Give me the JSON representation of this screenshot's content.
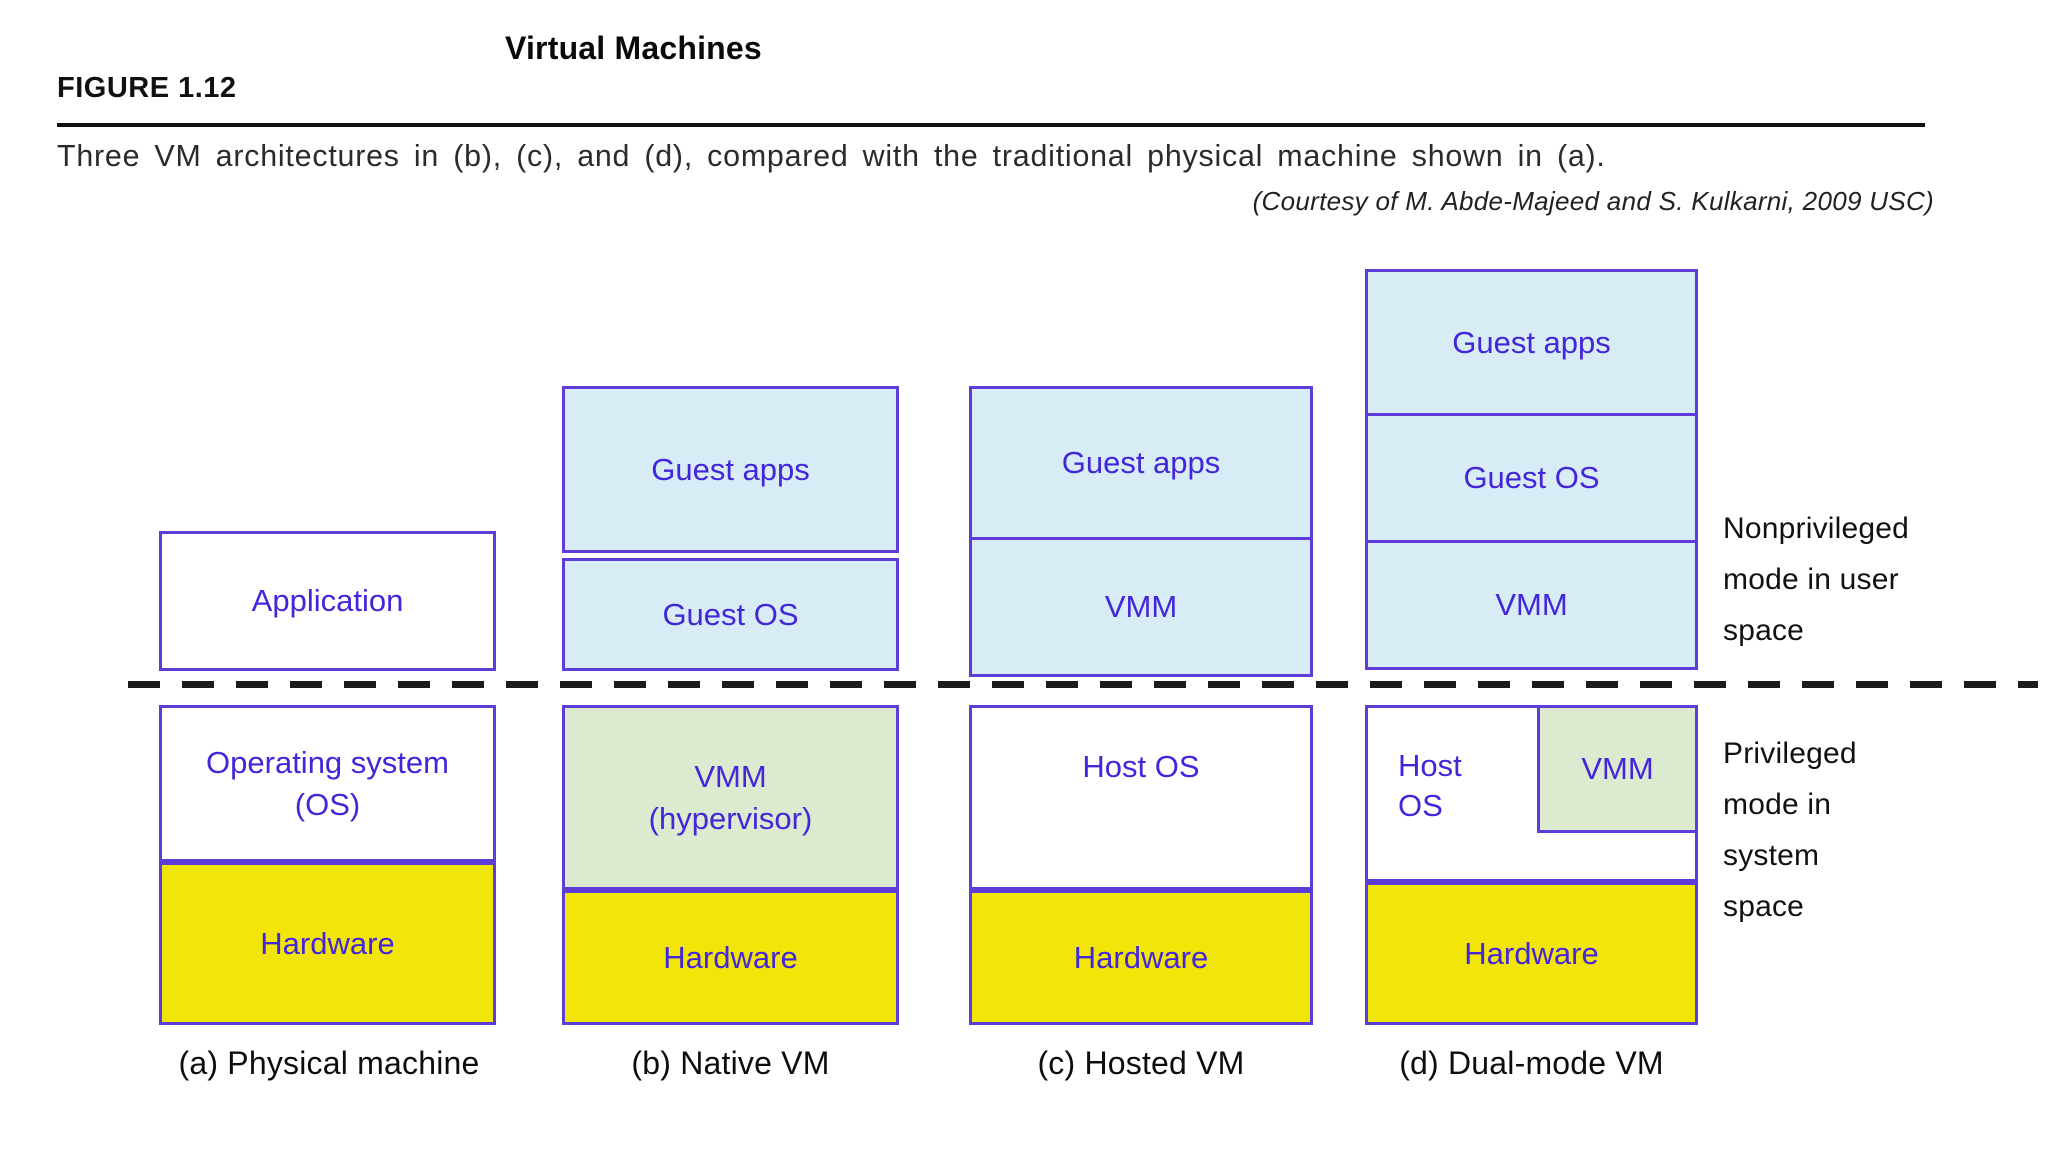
{
  "header": {
    "slide_title": "Virtual Machines",
    "figure_label": "FIGURE 1.12",
    "caption": "Three VM architectures in (b), (c), and (d), compared with the traditional physical machine shown in (a).",
    "courtesy": "(Courtesy of M. Abde-Majeed and S. Kulkarni, 2009 USC)"
  },
  "colors": {
    "box_border": "#5d3cd8",
    "box_text": "#4326d9",
    "light_blue_fill": "#d8ecf6",
    "light_green_fill": "#dcead0",
    "yellow_fill": "#f2e50a",
    "dashed_line": "#1c1c1c"
  },
  "diagram": {
    "col_a": {
      "application": "Application",
      "os_line1": "Operating system",
      "os_line2": "(OS)",
      "hardware": "Hardware",
      "caption": "(a) Physical machine"
    },
    "col_b": {
      "guest_apps": "Guest apps",
      "guest_os": "Guest OS",
      "vmm_line1": "VMM",
      "vmm_line2": "(hypervisor)",
      "hardware": "Hardware",
      "caption": "(b) Native VM"
    },
    "col_c": {
      "guest_apps": "Guest apps",
      "vmm": "VMM",
      "host_os": "Host OS",
      "hardware": "Hardware",
      "caption": "(c) Hosted VM"
    },
    "col_d": {
      "guest_apps": "Guest apps",
      "guest_os": "Guest OS",
      "vmm": "VMM",
      "host_os_line1": "Host",
      "host_os_line2": "OS",
      "inner_vmm": "VMM",
      "hardware": "Hardware",
      "caption": "(d) Dual-mode VM"
    },
    "labels": {
      "nonprivileged": [
        "Nonprivileged",
        "mode in user",
        "space"
      ],
      "privileged": [
        "Privileged",
        "mode in",
        "system",
        "space"
      ]
    }
  }
}
